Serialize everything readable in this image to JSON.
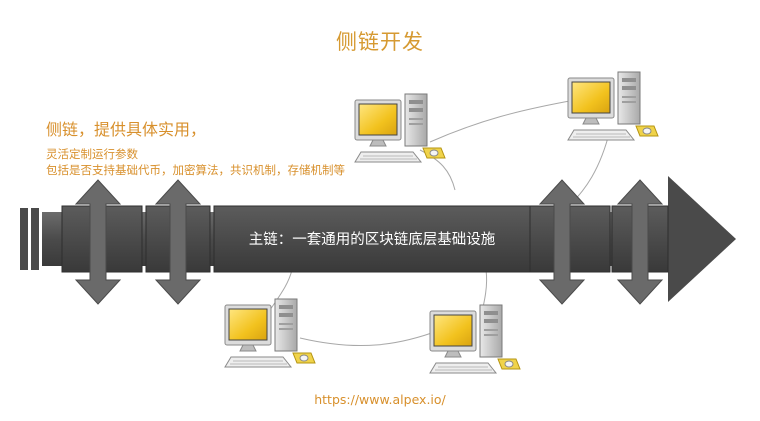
{
  "page": {
    "title": "侧链开发",
    "footer_url": "https://www.alpex.io/"
  },
  "description": {
    "heading": "侧链，提供具体实用，",
    "lines": [
      "灵活定制运行参数",
      "包括是否支持基础代币，加密算法，共识机制，存储机制等"
    ]
  },
  "diagram": {
    "main_chain_label": "主链：一套通用的区块链底层基础设施",
    "colors": {
      "accent_orange": "#d8902c",
      "chain_gray": "#4f4f4f",
      "screen_yellow": "#f2c21e"
    }
  }
}
